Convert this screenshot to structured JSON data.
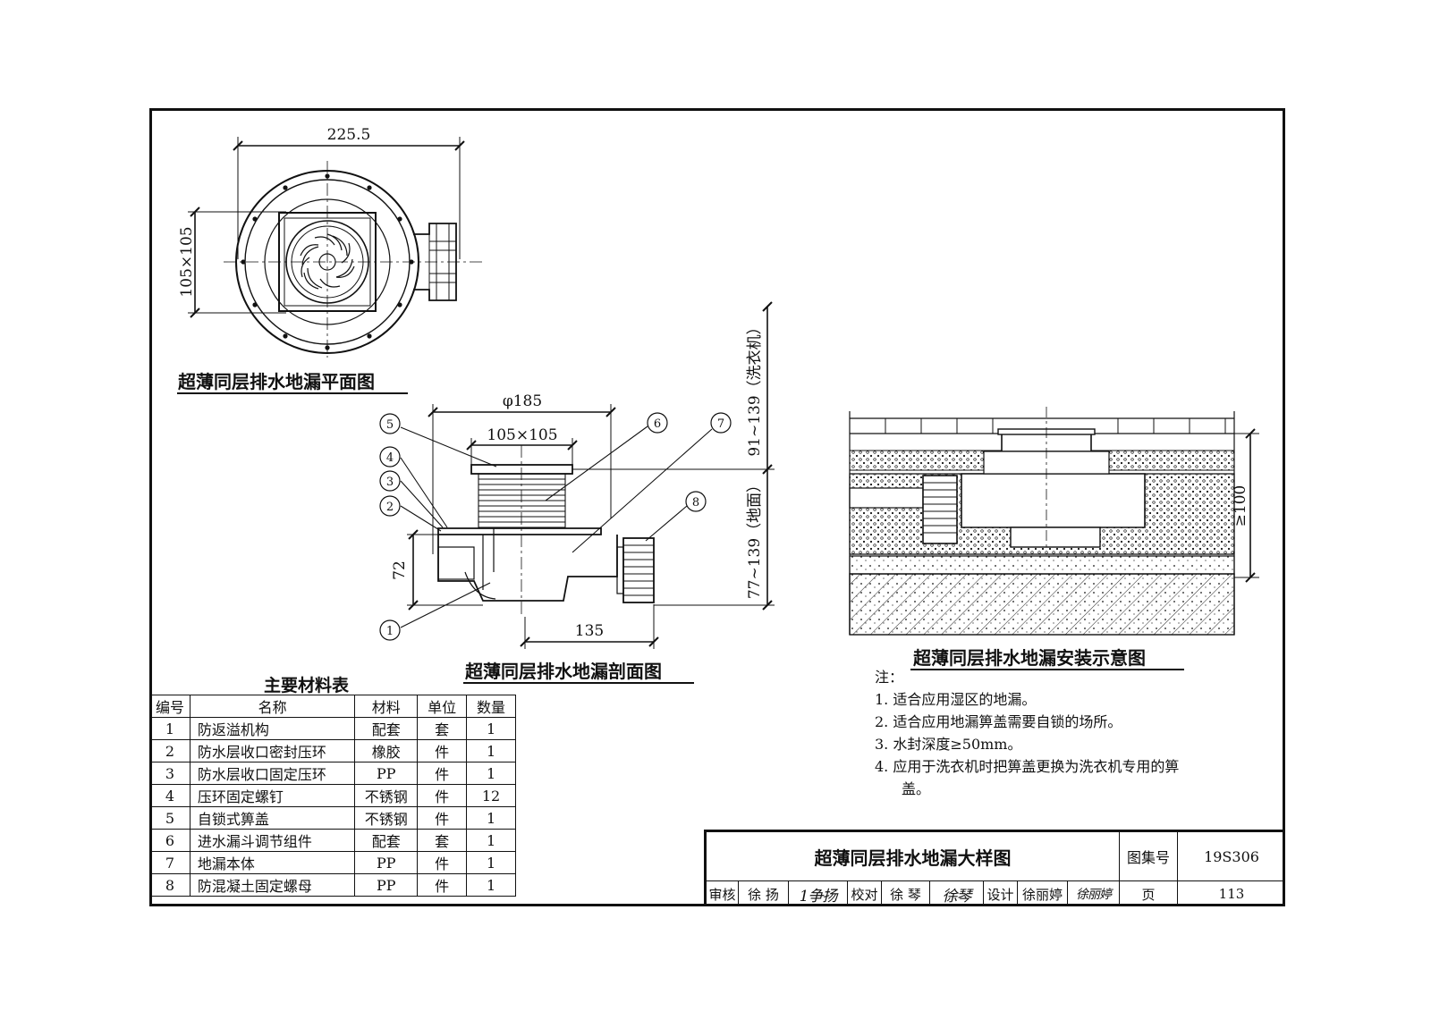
{
  "plan_view": {
    "caption": "超薄同层排水地漏平面图",
    "dim_width": "225.5",
    "dim_grate": "105×105"
  },
  "section_view": {
    "caption": "超薄同层排水地漏剖面图",
    "dim_diameter": "φ185",
    "dim_grate": "105×105",
    "dim_height": "72",
    "dim_outlet": "135",
    "dim_floor_range": "77~139（地面）",
    "dim_washer_range": "91~139（洗衣机）",
    "callouts": [
      "1",
      "2",
      "3",
      "4",
      "5",
      "6",
      "7",
      "8"
    ]
  },
  "install_view": {
    "caption": "超薄同层排水地漏安装示意图",
    "dim_depth": "≥100"
  },
  "materials": {
    "title": "主要材料表",
    "headers": [
      "编号",
      "名称",
      "材料",
      "单位",
      "数量"
    ],
    "rows": [
      [
        "1",
        "防返溢机构",
        "配套",
        "套",
        "1"
      ],
      [
        "2",
        "防水层收口密封压环",
        "橡胶",
        "件",
        "1"
      ],
      [
        "3",
        "防水层收口固定压环",
        "PP",
        "件",
        "1"
      ],
      [
        "4",
        "压环固定螺钉",
        "不锈钢",
        "件",
        "12"
      ],
      [
        "5",
        "自锁式箅盖",
        "不锈钢",
        "件",
        "1"
      ],
      [
        "6",
        "进水漏斗调节组件",
        "配套",
        "套",
        "1"
      ],
      [
        "7",
        "地漏本体",
        "PP",
        "件",
        "1"
      ],
      [
        "8",
        "防混凝土固定螺母",
        "PP",
        "件",
        "1"
      ]
    ]
  },
  "notes": {
    "heading": "注：",
    "items": [
      "1.  适合应用湿区的地漏。",
      "2.  适合应用地漏箅盖需要自锁的场所。",
      "3.  水封深度≥50mm。",
      "4.  应用于洗衣机时把箅盖更换为洗衣机专用的箅",
      "盖。"
    ]
  },
  "title_block": {
    "drawing_title": "超薄同层排水地漏大样图",
    "atlas_label": "图集号",
    "atlas_no": "19S306",
    "page_label": "页",
    "page_no": "113",
    "review_label": "审核",
    "reviewer": "徐 扬",
    "reviewer_sig": "1争扬",
    "check_label": "校对",
    "checker": "徐 琴",
    "checker_sig": "徐琴",
    "design_label": "设计",
    "designer": "徐丽婷",
    "designer_sig": "徐丽婷"
  }
}
